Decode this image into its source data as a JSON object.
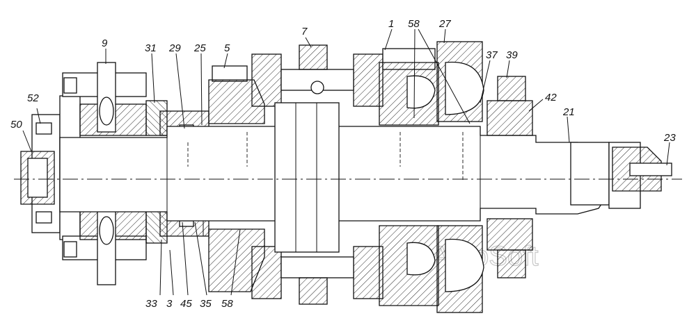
{
  "drawing": {
    "watermark": "AutoSoft",
    "callouts": [
      {
        "id": "c52",
        "text": "52"
      },
      {
        "id": "c50",
        "text": "50"
      },
      {
        "id": "c9",
        "text": "9"
      },
      {
        "id": "c31",
        "text": "31"
      },
      {
        "id": "c29",
        "text": "29"
      },
      {
        "id": "c25",
        "text": "25"
      },
      {
        "id": "c5",
        "text": "5"
      },
      {
        "id": "c7",
        "text": "7"
      },
      {
        "id": "c1",
        "text": "1"
      },
      {
        "id": "c58a",
        "text": "58"
      },
      {
        "id": "c27",
        "text": "27"
      },
      {
        "id": "c37",
        "text": "37"
      },
      {
        "id": "c39",
        "text": "39"
      },
      {
        "id": "c42",
        "text": "42"
      },
      {
        "id": "c21",
        "text": "21"
      },
      {
        "id": "c23",
        "text": "23"
      },
      {
        "id": "c33",
        "text": "33"
      },
      {
        "id": "c45",
        "text": "45"
      },
      {
        "id": "c3",
        "text": "3"
      },
      {
        "id": "c35",
        "text": "35"
      },
      {
        "id": "c58b",
        "text": "58"
      }
    ]
  }
}
